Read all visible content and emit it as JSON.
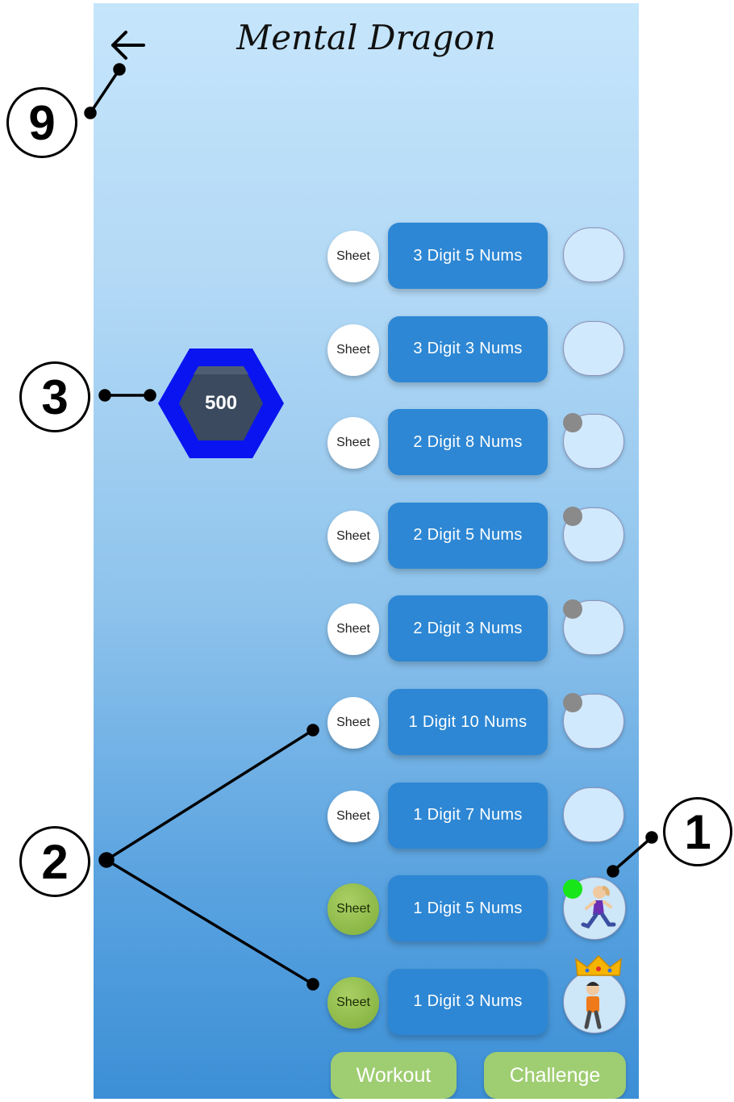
{
  "app": {
    "title": "Mental Dragon"
  },
  "score": {
    "value": "500"
  },
  "levels": [
    {
      "sheet_label": "Sheet",
      "label": "3 Digit 5 Nums",
      "sheet_active": false,
      "status": "locked",
      "dot": "none"
    },
    {
      "sheet_label": "Sheet",
      "label": "3 Digit 3 Nums",
      "sheet_active": false,
      "status": "locked",
      "dot": "none"
    },
    {
      "sheet_label": "Sheet",
      "label": "2 Digit 8 Nums",
      "sheet_active": false,
      "status": "locked",
      "dot": "grey"
    },
    {
      "sheet_label": "Sheet",
      "label": "2 Digit 5 Nums",
      "sheet_active": false,
      "status": "locked",
      "dot": "grey"
    },
    {
      "sheet_label": "Sheet",
      "label": "2 Digit 3 Nums",
      "sheet_active": false,
      "status": "locked",
      "dot": "grey"
    },
    {
      "sheet_label": "Sheet",
      "label": "1 Digit 10 Nums",
      "sheet_active": false,
      "status": "locked",
      "dot": "grey"
    },
    {
      "sheet_label": "Sheet",
      "label": "1 Digit 7 Nums",
      "sheet_active": false,
      "status": "locked",
      "dot": "none"
    },
    {
      "sheet_label": "Sheet",
      "label": "1 Digit 5 Nums",
      "sheet_active": true,
      "status": "runner-avatar",
      "dot": "green"
    },
    {
      "sheet_label": "Sheet",
      "label": "1 Digit 3 Nums",
      "sheet_active": true,
      "status": "crowned-avatar",
      "dot": "none"
    }
  ],
  "footer": {
    "workout_label": "Workout",
    "challenge_label": "Challenge"
  },
  "callouts": {
    "c1": "1",
    "c2": "2",
    "c3": "3",
    "c9": "9"
  },
  "colors": {
    "level_button": "#2d87d4",
    "sheet_active": "#8fbf4d",
    "footer_button": "#9fcd72",
    "hex_outer": "#0a14f0",
    "hex_inner": "#3b4a5e",
    "dot_active": "#19e619",
    "dot_inactive": "#8a8a8a"
  }
}
